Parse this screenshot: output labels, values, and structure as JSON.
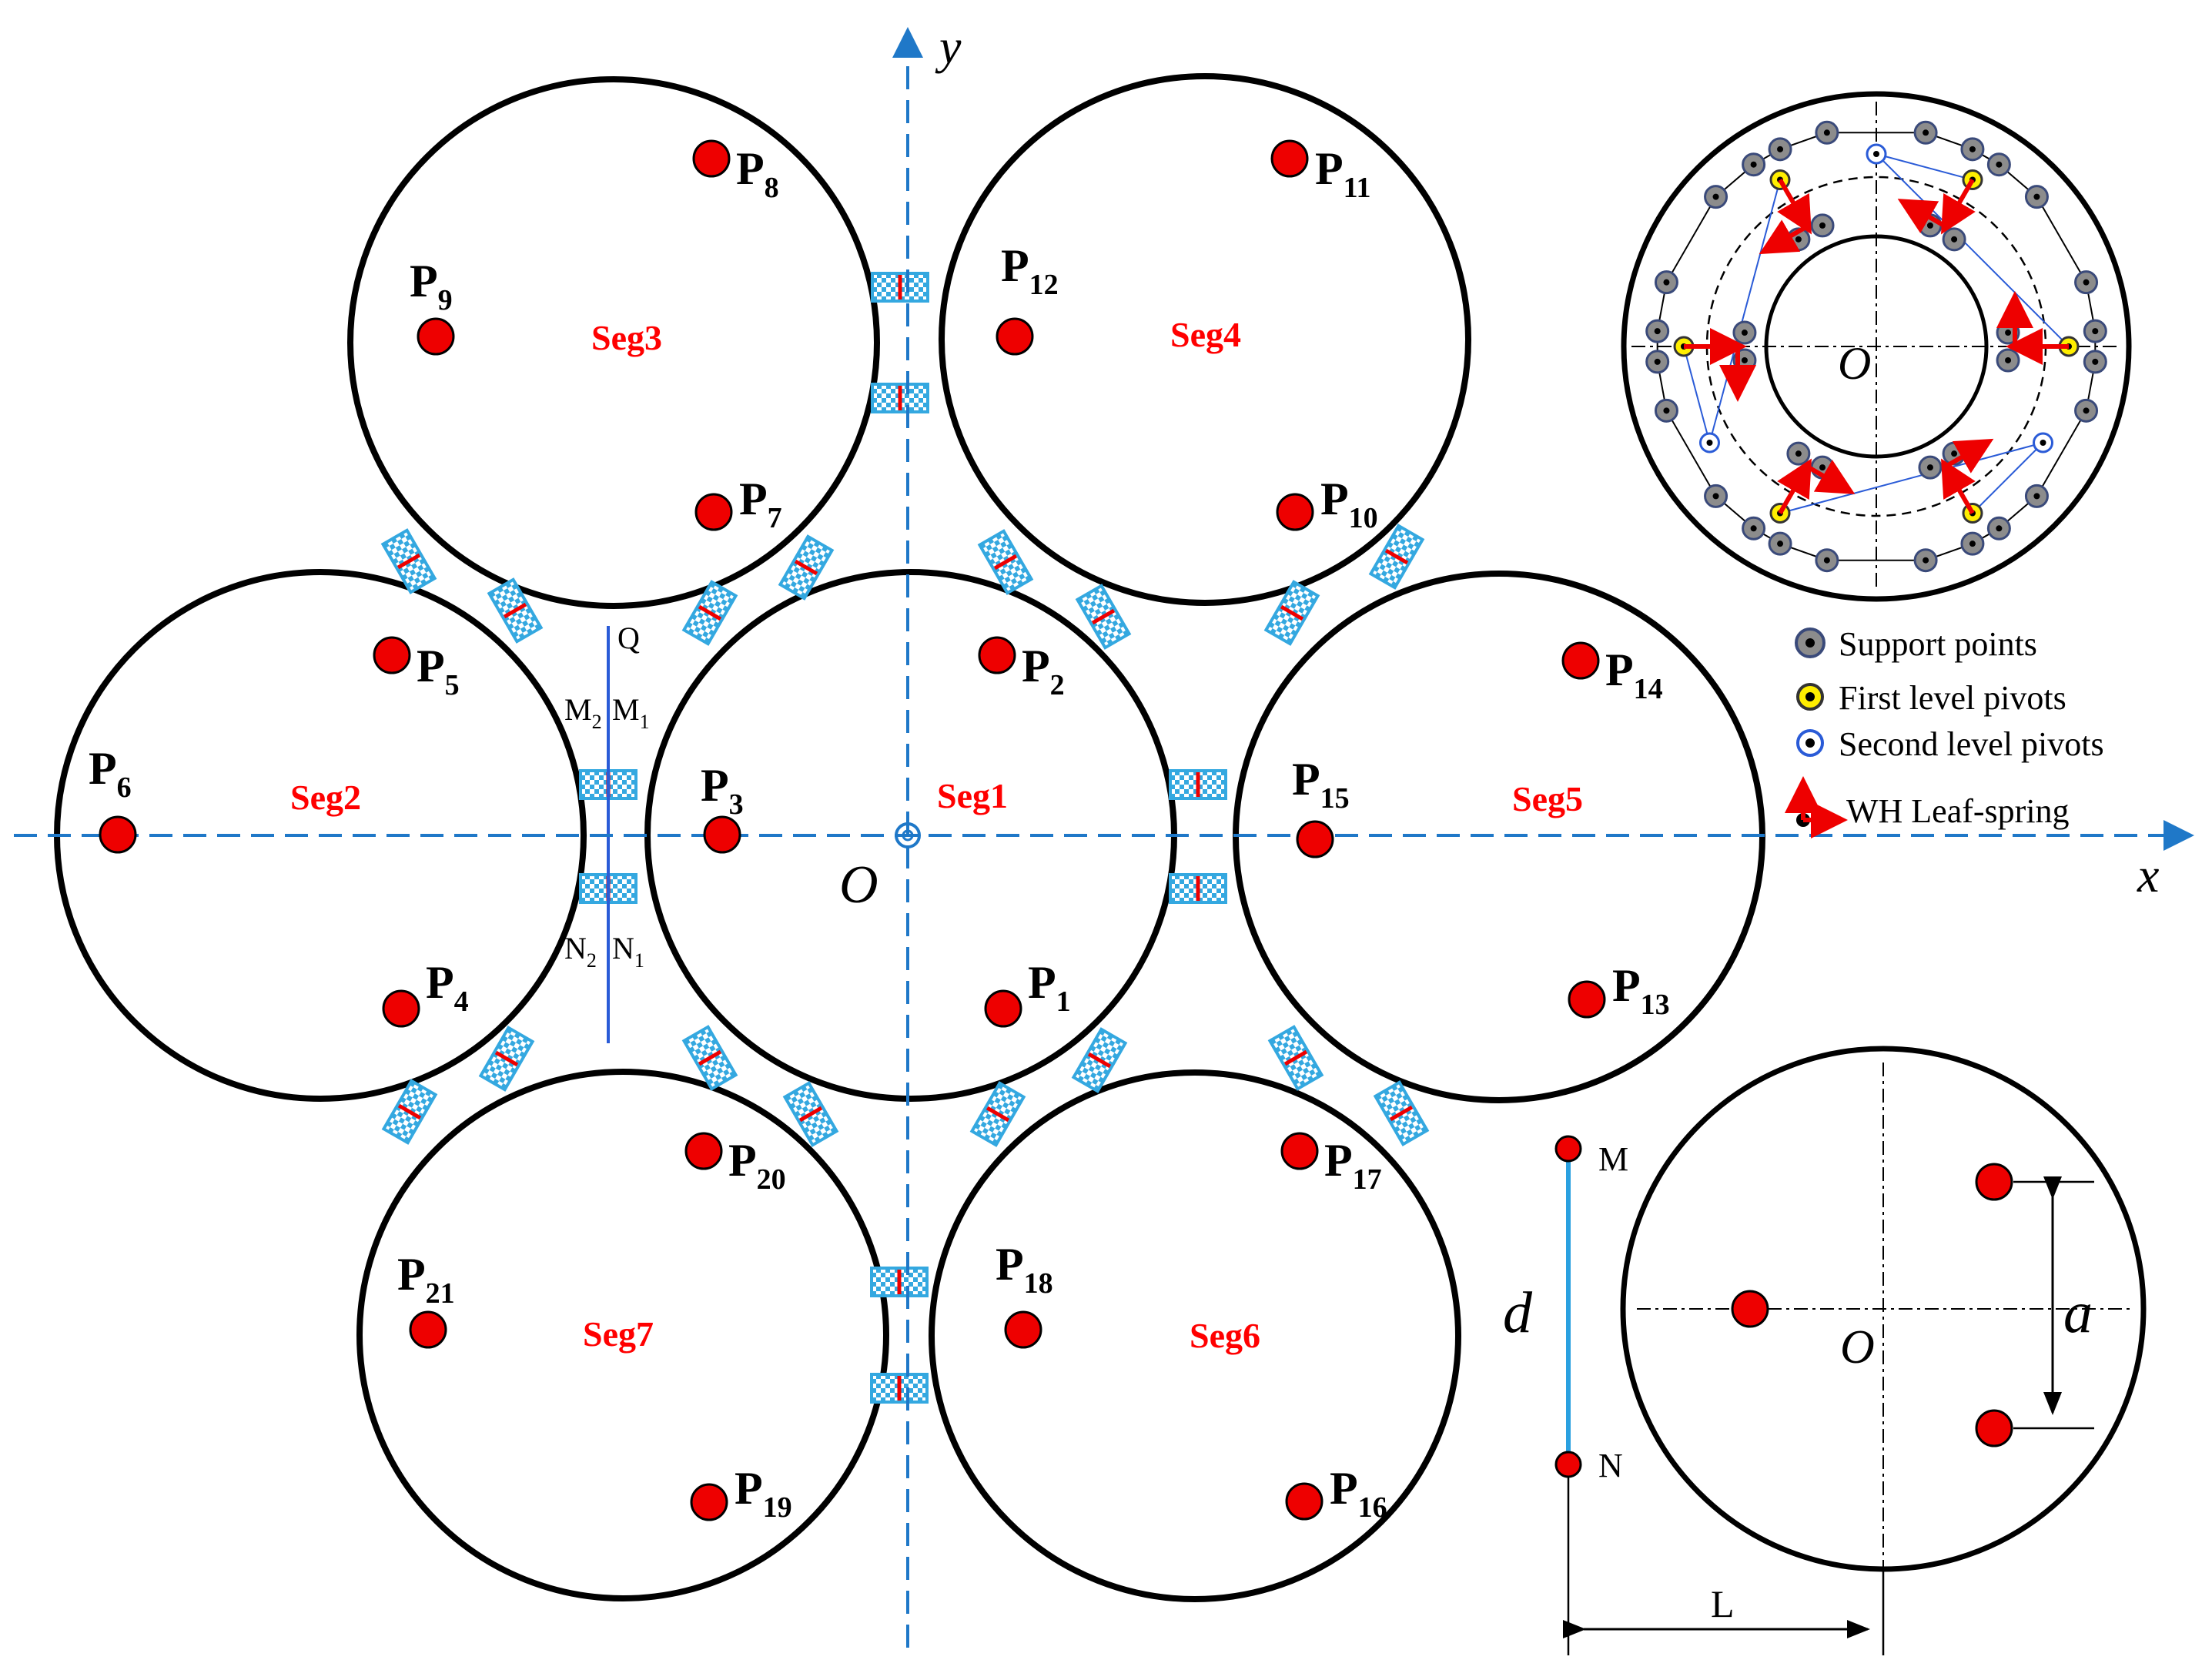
{
  "axes": {
    "x_label": "x",
    "y_label": "y",
    "origin_label": "O"
  },
  "segments": [
    {
      "id": "seg1",
      "label": "Seg1"
    },
    {
      "id": "seg2",
      "label": "Seg2"
    },
    {
      "id": "seg3",
      "label": "Seg3"
    },
    {
      "id": "seg4",
      "label": "Seg4"
    },
    {
      "id": "seg5",
      "label": "Seg5"
    },
    {
      "id": "seg6",
      "label": "Seg6"
    },
    {
      "id": "seg7",
      "label": "Seg7"
    }
  ],
  "points": [
    {
      "base": "P",
      "sub": "1"
    },
    {
      "base": "P",
      "sub": "2"
    },
    {
      "base": "P",
      "sub": "3"
    },
    {
      "base": "P",
      "sub": "4"
    },
    {
      "base": "P",
      "sub": "5"
    },
    {
      "base": "P",
      "sub": "6"
    },
    {
      "base": "P",
      "sub": "7"
    },
    {
      "base": "P",
      "sub": "8"
    },
    {
      "base": "P",
      "sub": "9"
    },
    {
      "base": "P",
      "sub": "10"
    },
    {
      "base": "P",
      "sub": "11"
    },
    {
      "base": "P",
      "sub": "12"
    },
    {
      "base": "P",
      "sub": "13"
    },
    {
      "base": "P",
      "sub": "14"
    },
    {
      "base": "P",
      "sub": "15"
    },
    {
      "base": "P",
      "sub": "16"
    },
    {
      "base": "P",
      "sub": "17"
    },
    {
      "base": "P",
      "sub": "18"
    },
    {
      "base": "P",
      "sub": "19"
    },
    {
      "base": "P",
      "sub": "20"
    },
    {
      "base": "P",
      "sub": "21"
    }
  ],
  "gap_labels": {
    "q": "Q",
    "m2": "M",
    "m2_sub": "2",
    "m1": "M",
    "m1_sub": "1",
    "n2": "N",
    "n2_sub": "2",
    "n1": "N",
    "n1_sub": "1"
  },
  "inset_top": {
    "origin_label": "O"
  },
  "legend": [
    {
      "icon": "support-point-icon",
      "label": "Support points"
    },
    {
      "icon": "first-level-pivot-icon",
      "label": "First level pivots"
    },
    {
      "icon": "second-level-pivot-icon",
      "label": "Second level pivots"
    },
    {
      "icon": "leaf-spring-icon",
      "label": "WH Leaf-spring"
    }
  ],
  "inset_bottom": {
    "origin_label": "O",
    "d_label": "d",
    "a_label": "a",
    "L_label": "L",
    "M_label": "M",
    "N_label": "N"
  },
  "colors": {
    "axis": "#1f78c8",
    "point": "#ee0000",
    "segment_label": "#ff0000",
    "connector": "#34a8e0",
    "leaf_arrow": "#ee0000",
    "pivot_yellow": "#ffee00",
    "support_grey": "#8c8c8c"
  }
}
